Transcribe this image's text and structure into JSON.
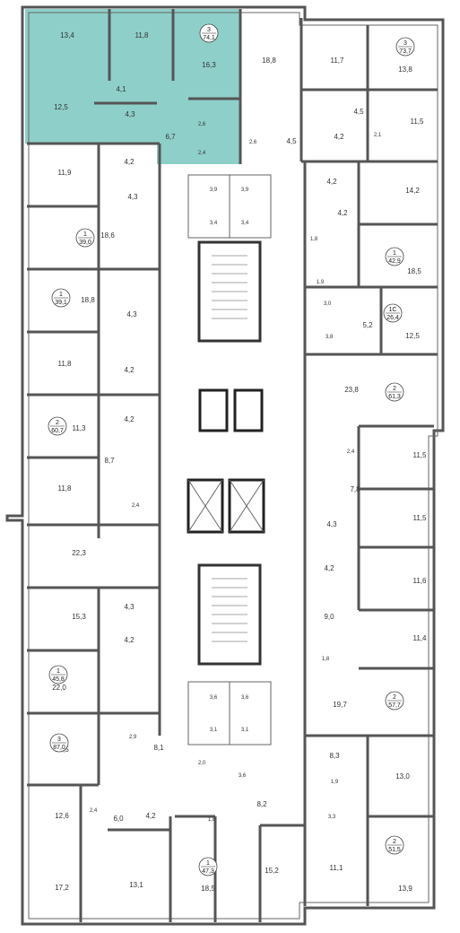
{
  "colors": {
    "highlight": "#8ecfc9",
    "wall": "#555555",
    "text": "#333333"
  },
  "apartments": [
    {
      "rooms": "3",
      "area": "74,1"
    },
    {
      "rooms": "3",
      "area": "73,7"
    },
    {
      "rooms": "1",
      "area": "39,0"
    },
    {
      "rooms": "1",
      "area": "42,9"
    },
    {
      "rooms": "1",
      "area": "39,1"
    },
    {
      "rooms": "1С",
      "area": "26,4"
    },
    {
      "rooms": "2",
      "area": "61,3"
    },
    {
      "rooms": "2",
      "area": "60,7"
    },
    {
      "rooms": "1",
      "area": "45,8"
    },
    {
      "rooms": "2",
      "area": "57,7"
    },
    {
      "rooms": "3",
      "area": "87,0"
    },
    {
      "rooms": "1",
      "area": "47,3"
    },
    {
      "rooms": "2",
      "area": "51,5"
    }
  ],
  "room_areas": [
    "13,4",
    "11,8",
    "16,3",
    "12,5",
    "4,1",
    "4,3",
    "6,7",
    "2,6",
    "2,4",
    "18,8",
    "11,7",
    "13,8",
    "4,5",
    "11,5",
    "2,6",
    "4,5",
    "4,2",
    "2,1",
    "11,9",
    "4,2",
    "4,3",
    "3,9",
    "3,9",
    "3,4",
    "3,4",
    "4,2",
    "14,2",
    "4,2",
    "18,6",
    "1,8",
    "18,5",
    "18,8",
    "1,9",
    "3,0",
    "5,2",
    "12,5",
    "3,8",
    "4,3",
    "11,8",
    "4,2",
    "23,8",
    "4,2",
    "11,3",
    "8,7",
    "2,4",
    "11,5",
    "11,8",
    "7,8",
    "2,4",
    "11,5",
    "4,3",
    "22,3",
    "4,2",
    "11,6",
    "15,3",
    "4,3",
    "9,0",
    "11,4",
    "4,2",
    "1,8",
    "22,0",
    "3,6",
    "3,6",
    "19,7",
    "3,1",
    "3,1",
    "2,9",
    "18,5",
    "8,1",
    "2,0",
    "3,6",
    "8,3",
    "13,0",
    "1,9",
    "12,6",
    "2,4",
    "6,0",
    "4,2",
    "1,8",
    "8,2",
    "3,3",
    "17,2",
    "13,1",
    "18,5",
    "15,2",
    "11,1",
    "13,9"
  ]
}
